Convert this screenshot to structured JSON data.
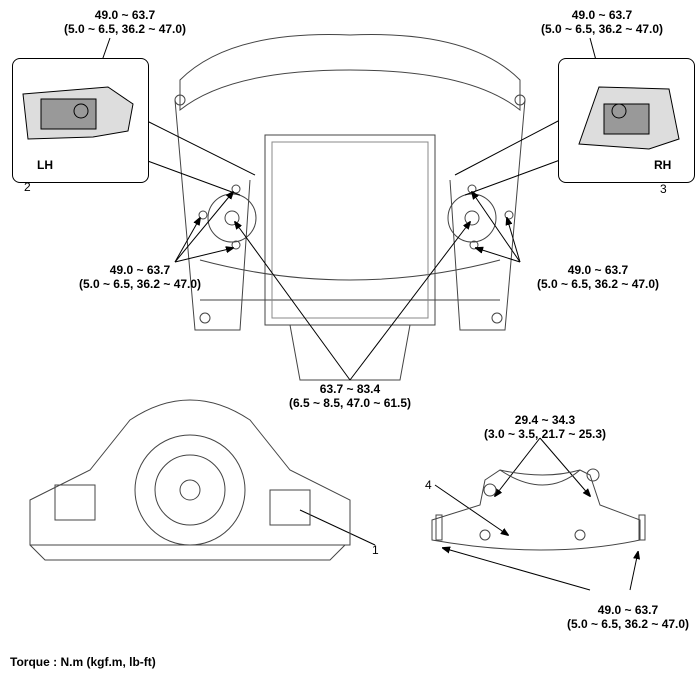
{
  "torque_labels": {
    "top_left": {
      "line1": "49.0 ~ 63.7",
      "line2": "(5.0 ~ 6.5, 36.2 ~ 47.0)"
    },
    "top_right": {
      "line1": "49.0 ~ 63.7",
      "line2": "(5.0 ~ 6.5, 36.2 ~ 47.0)"
    },
    "mid_left": {
      "line1": "49.0 ~ 63.7",
      "line2": "(5.0 ~ 6.5, 36.2 ~ 47.0)"
    },
    "mid_right": {
      "line1": "49.0 ~ 63.7",
      "line2": "(5.0 ~ 6.5, 36.2 ~ 47.0)"
    },
    "center": {
      "line1": "63.7 ~ 83.4",
      "line2": "(6.5 ~ 8.5, 47.0 ~ 61.5)"
    },
    "bracket": {
      "line1": "29.4 ~ 34.3",
      "line2": "(3.0 ~ 3.5, 21.7 ~ 25.3)"
    },
    "bottom_right": {
      "line1": "49.0 ~ 63.7",
      "line2": "(5.0 ~ 6.5, 36.2 ~ 47.0)"
    }
  },
  "insets": {
    "left": "LH",
    "right": "RH"
  },
  "callouts": {
    "c1": "1",
    "c2": "2",
    "c3": "3",
    "c4": "4"
  },
  "footer": "Torque : N.m (kgf.m, lb-ft)"
}
